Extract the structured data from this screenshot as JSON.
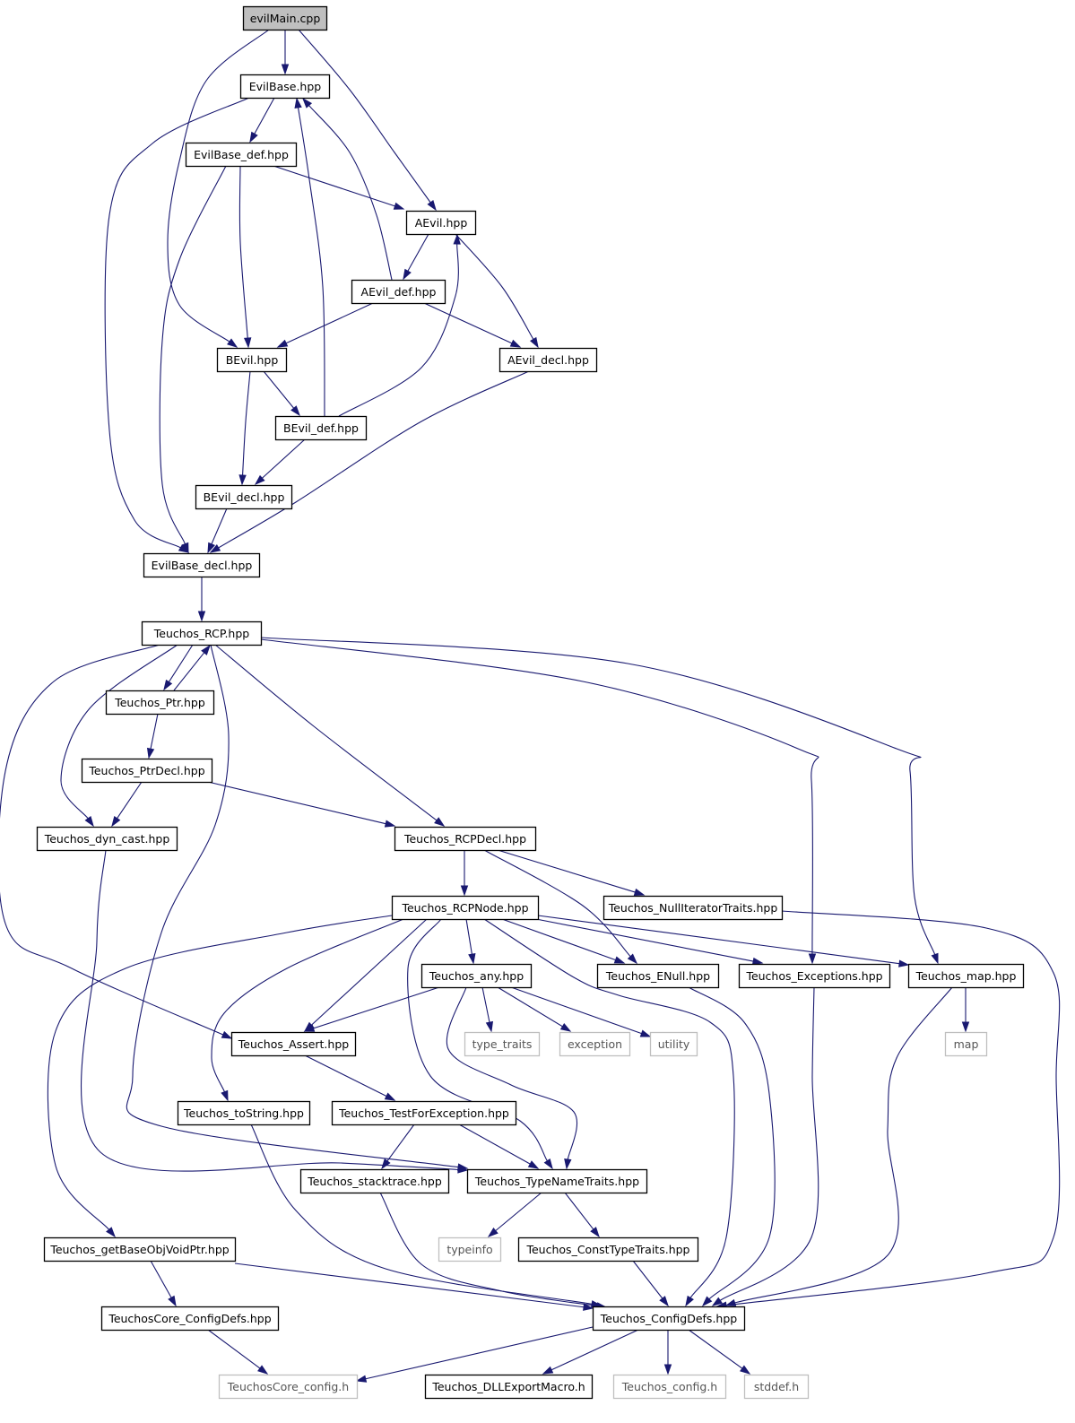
{
  "diagram": {
    "colors": {
      "edge": "#191970",
      "border": "#000000",
      "external_border": "#bfbfbf",
      "external_text": "#555555",
      "root_fill": "#bfbfbf",
      "fill": "#ffffff"
    },
    "nodes": [
      {
        "id": "evilMain",
        "label": "evilMain.cpp",
        "kind": "root"
      },
      {
        "id": "EvilBase",
        "label": "EvilBase.hpp",
        "kind": "file"
      },
      {
        "id": "EvilBase_def",
        "label": "EvilBase_def.hpp",
        "kind": "file"
      },
      {
        "id": "AEvil",
        "label": "AEvil.hpp",
        "kind": "file"
      },
      {
        "id": "AEvil_def",
        "label": "AEvil_def.hpp",
        "kind": "file"
      },
      {
        "id": "BEvil",
        "label": "BEvil.hpp",
        "kind": "file"
      },
      {
        "id": "AEvil_decl",
        "label": "AEvil_decl.hpp",
        "kind": "file"
      },
      {
        "id": "BEvil_def",
        "label": "BEvil_def.hpp",
        "kind": "file"
      },
      {
        "id": "BEvil_decl",
        "label": "BEvil_decl.hpp",
        "kind": "file"
      },
      {
        "id": "EvilBase_decl",
        "label": "EvilBase_decl.hpp",
        "kind": "file"
      },
      {
        "id": "RCP",
        "label": "Teuchos_RCP.hpp",
        "kind": "file"
      },
      {
        "id": "Ptr",
        "label": "Teuchos_Ptr.hpp",
        "kind": "file"
      },
      {
        "id": "PtrDecl",
        "label": "Teuchos_PtrDecl.hpp",
        "kind": "file"
      },
      {
        "id": "dyn_cast",
        "label": "Teuchos_dyn_cast.hpp",
        "kind": "file"
      },
      {
        "id": "RCPDecl",
        "label": "Teuchos_RCPDecl.hpp",
        "kind": "file"
      },
      {
        "id": "RCPNode",
        "label": "Teuchos_RCPNode.hpp",
        "kind": "file"
      },
      {
        "id": "NullIter",
        "label": "Teuchos_NullIteratorTraits.hpp",
        "kind": "file"
      },
      {
        "id": "any",
        "label": "Teuchos_any.hpp",
        "kind": "file"
      },
      {
        "id": "ENull",
        "label": "Teuchos_ENull.hpp",
        "kind": "file"
      },
      {
        "id": "Exceptions",
        "label": "Teuchos_Exceptions.hpp",
        "kind": "file"
      },
      {
        "id": "map_hpp",
        "label": "Teuchos_map.hpp",
        "kind": "file"
      },
      {
        "id": "Assert",
        "label": "Teuchos_Assert.hpp",
        "kind": "file"
      },
      {
        "id": "type_traits",
        "label": "type_traits",
        "kind": "external"
      },
      {
        "id": "exception",
        "label": "exception",
        "kind": "external"
      },
      {
        "id": "utility",
        "label": "utility",
        "kind": "external"
      },
      {
        "id": "map",
        "label": "map",
        "kind": "external"
      },
      {
        "id": "toString",
        "label": "Teuchos_toString.hpp",
        "kind": "file"
      },
      {
        "id": "TestForExc",
        "label": "Teuchos_TestForException.hpp",
        "kind": "file"
      },
      {
        "id": "stacktrace",
        "label": "Teuchos_stacktrace.hpp",
        "kind": "file"
      },
      {
        "id": "TypeName",
        "label": "Teuchos_TypeNameTraits.hpp",
        "kind": "file"
      },
      {
        "id": "getBase",
        "label": "Teuchos_getBaseObjVoidPtr.hpp",
        "kind": "file"
      },
      {
        "id": "typeinfo",
        "label": "typeinfo",
        "kind": "external"
      },
      {
        "id": "ConstType",
        "label": "Teuchos_ConstTypeTraits.hpp",
        "kind": "file"
      },
      {
        "id": "CoreCfgDefs",
        "label": "TeuchosCore_ConfigDefs.hpp",
        "kind": "file"
      },
      {
        "id": "CfgDefs",
        "label": "Teuchos_ConfigDefs.hpp",
        "kind": "file"
      },
      {
        "id": "CoreConfig",
        "label": "TeuchosCore_config.h",
        "kind": "external"
      },
      {
        "id": "DLLExport",
        "label": "Teuchos_DLLExportMacro.h",
        "kind": "file"
      },
      {
        "id": "config_h",
        "label": "Teuchos_config.h",
        "kind": "external"
      },
      {
        "id": "stddef",
        "label": "stddef.h",
        "kind": "external"
      }
    ],
    "edges": [
      [
        "evilMain",
        "EvilBase"
      ],
      [
        "evilMain",
        "AEvil"
      ],
      [
        "evilMain",
        "BEvil"
      ],
      [
        "EvilBase",
        "EvilBase_def"
      ],
      [
        "EvilBase",
        "EvilBase_decl"
      ],
      [
        "EvilBase_def",
        "AEvil"
      ],
      [
        "EvilBase_def",
        "BEvil"
      ],
      [
        "EvilBase_def",
        "EvilBase_decl"
      ],
      [
        "AEvil",
        "AEvil_def"
      ],
      [
        "AEvil",
        "AEvil_decl"
      ],
      [
        "AEvil_def",
        "EvilBase"
      ],
      [
        "AEvil_def",
        "BEvil"
      ],
      [
        "AEvil_def",
        "AEvil_decl"
      ],
      [
        "BEvil",
        "BEvil_def"
      ],
      [
        "BEvil",
        "BEvil_decl"
      ],
      [
        "BEvil_def",
        "EvilBase"
      ],
      [
        "BEvil_def",
        "AEvil"
      ],
      [
        "BEvil_def",
        "BEvil_decl"
      ],
      [
        "AEvil_decl",
        "EvilBase_decl"
      ],
      [
        "BEvil_decl",
        "EvilBase_decl"
      ],
      [
        "EvilBase_decl",
        "RCP"
      ],
      [
        "RCP",
        "Ptr"
      ],
      [
        "RCP",
        "dyn_cast"
      ],
      [
        "RCP",
        "RCPDecl"
      ],
      [
        "RCP",
        "Assert"
      ],
      [
        "RCP",
        "TypeName"
      ],
      [
        "RCP",
        "Exceptions"
      ],
      [
        "RCP",
        "map_hpp"
      ],
      [
        "Ptr",
        "RCP"
      ],
      [
        "Ptr",
        "PtrDecl"
      ],
      [
        "PtrDecl",
        "dyn_cast"
      ],
      [
        "PtrDecl",
        "RCPDecl"
      ],
      [
        "dyn_cast",
        "TypeName"
      ],
      [
        "RCPDecl",
        "RCPNode"
      ],
      [
        "RCPDecl",
        "NullIter"
      ],
      [
        "RCPDecl",
        "ENull"
      ],
      [
        "NullIter",
        "CfgDefs"
      ],
      [
        "RCPNode",
        "any"
      ],
      [
        "RCPNode",
        "ENull"
      ],
      [
        "RCPNode",
        "Exceptions"
      ],
      [
        "RCPNode",
        "map_hpp"
      ],
      [
        "RCPNode",
        "Assert"
      ],
      [
        "RCPNode",
        "toString"
      ],
      [
        "RCPNode",
        "TypeName"
      ],
      [
        "RCPNode",
        "getBase"
      ],
      [
        "RCPNode",
        "CfgDefs"
      ],
      [
        "any",
        "Assert"
      ],
      [
        "any",
        "type_traits"
      ],
      [
        "any",
        "exception"
      ],
      [
        "any",
        "utility"
      ],
      [
        "any",
        "TypeName"
      ],
      [
        "ENull",
        "CfgDefs"
      ],
      [
        "Exceptions",
        "CfgDefs"
      ],
      [
        "map_hpp",
        "map"
      ],
      [
        "map_hpp",
        "CfgDefs"
      ],
      [
        "Assert",
        "TestForExc"
      ],
      [
        "toString",
        "CfgDefs"
      ],
      [
        "TestForExc",
        "stacktrace"
      ],
      [
        "TestForExc",
        "TypeName"
      ],
      [
        "stacktrace",
        "CfgDefs"
      ],
      [
        "TypeName",
        "typeinfo"
      ],
      [
        "TypeName",
        "ConstType"
      ],
      [
        "ConstType",
        "CfgDefs"
      ],
      [
        "getBase",
        "CoreCfgDefs"
      ],
      [
        "getBase",
        "CfgDefs"
      ],
      [
        "CoreCfgDefs",
        "CoreConfig"
      ],
      [
        "CfgDefs",
        "CoreConfig"
      ],
      [
        "CfgDefs",
        "DLLExport"
      ],
      [
        "CfgDefs",
        "config_h"
      ],
      [
        "CfgDefs",
        "stddef"
      ]
    ]
  }
}
